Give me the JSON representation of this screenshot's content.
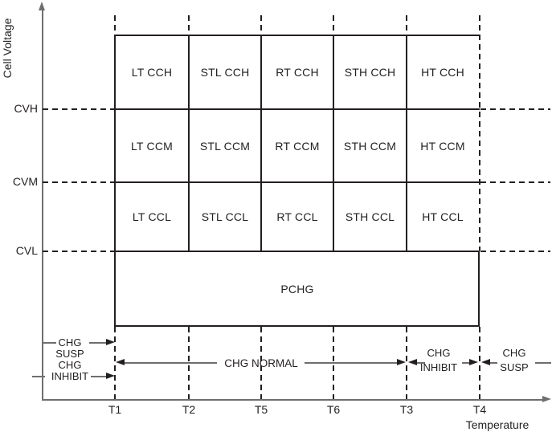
{
  "axes": {
    "y_label": "Cell Voltage",
    "x_label": "Temperature",
    "y_ticks": [
      {
        "label": "CVH"
      },
      {
        "label": "CVM"
      },
      {
        "label": "CVL"
      }
    ],
    "x_ticks": [
      {
        "label": "T1"
      },
      {
        "label": "T2"
      },
      {
        "label": "T5"
      },
      {
        "label": "T6"
      },
      {
        "label": "T3"
      },
      {
        "label": "T4"
      }
    ]
  },
  "grid": {
    "rows": [
      {
        "cells": [
          "LT CCH",
          "STL CCH",
          "RT CCH",
          "STH CCH",
          "HT CCH"
        ]
      },
      {
        "cells": [
          "LT CCM",
          "STL CCM",
          "RT CCM",
          "STH CCM",
          "HT CCM"
        ]
      },
      {
        "cells": [
          "LT CCL",
          "STL CCL",
          "RT CCL",
          "STH CCL",
          "HT CCL"
        ]
      }
    ],
    "pchg_label": "PCHG"
  },
  "annotations": {
    "left_susp": {
      "line1": "CHG",
      "line2": "SUSP"
    },
    "left_inhibit": {
      "line1": "CHG",
      "line2": "INHIBIT"
    },
    "normal": "CHG NORMAL",
    "right_inhibit": {
      "line1": "CHG",
      "line2": "INHIBIT"
    },
    "right_susp": {
      "line1": "CHG",
      "line2": "SUSP"
    }
  },
  "colors": {
    "line": "#231f20",
    "thin_line": "#6e6e6e",
    "background": "#ffffff"
  }
}
